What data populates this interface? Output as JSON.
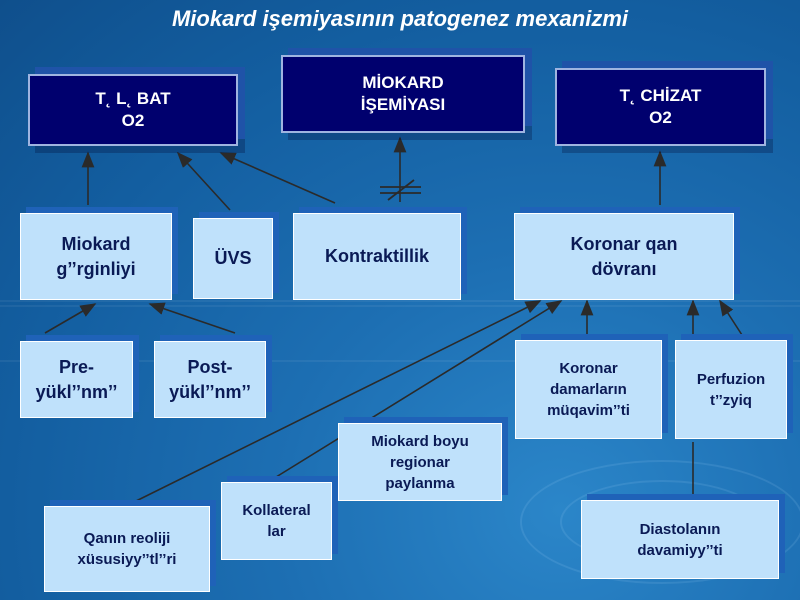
{
  "title": "Miokard işemiyasının patogenez mexanizmi",
  "boxes": {
    "telebat": "T˛ L˛ BAT\nO2",
    "ischemia": "MİOKARD\nİŞEMİYASI",
    "chizat": "T˛ CHİZAT\nO2",
    "gerginliyi": "Miokard\ng’’rginliyi",
    "uvs": "ÜVS",
    "kontraktillik": "Kontraktillik",
    "koronar_qan": "Koronar qan\ndövranı",
    "preload": "Pre-\nyükl’’nm’’",
    "postload": "Post-\nyükl’’nm’’",
    "koronar_damar": "Koronar\ndamarların\nmüqavim’’ti",
    "perfuzion": "Perfuzion\nt’’zyiq",
    "regional": "Miokard boyu\nregionar\npaylanma",
    "kollateral": "Kollateral\nlar",
    "qan_reoloji": "Qanın reoliji\nxüsusiyy’’tl’’ri",
    "diastola": "Diastolanın\ndavamiyy’’ti"
  },
  "colors": {
    "dark_box": "#00006e",
    "light_box": "#bfe1fb",
    "arrow": "#2a2a2a"
  }
}
